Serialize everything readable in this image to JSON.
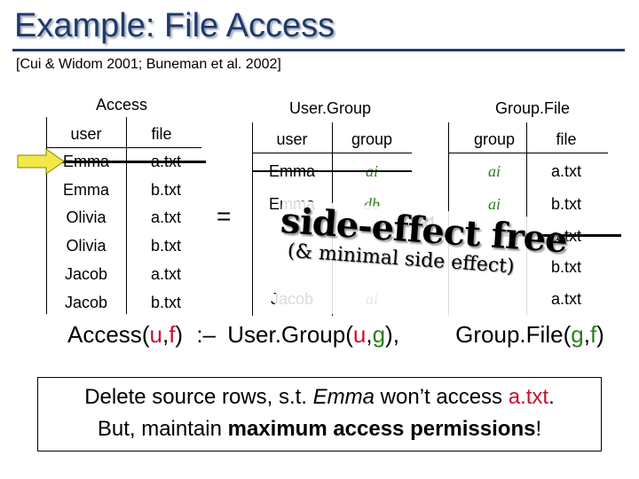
{
  "slide": {
    "title": "Example: File Access",
    "citation": "[Cui & Widom 2001; Buneman et al. 2002]"
  },
  "access": {
    "title": "Access",
    "headers": [
      "user",
      "file"
    ],
    "rows": [
      [
        "Emma",
        "a.txt"
      ],
      [
        "Emma",
        "b.txt"
      ],
      [
        "Olivia",
        "a.txt"
      ],
      [
        "Olivia",
        "b.txt"
      ],
      [
        "Jacob",
        "a.txt"
      ],
      [
        "Jacob",
        "b.txt"
      ]
    ]
  },
  "equals": "=",
  "user_group": {
    "title": "User.Group",
    "headers": [
      "user",
      "group"
    ],
    "rows": [
      [
        "Emma",
        "ai"
      ],
      [
        "Emma",
        "db"
      ],
      [
        "Jacob",
        "ai"
      ]
    ]
  },
  "join_symbol": "⋈",
  "group_file": {
    "title": "Group.File",
    "headers": [
      "group",
      "file"
    ],
    "rows": [
      [
        "ai",
        "a.txt"
      ],
      [
        "ai",
        "b.txt"
      ],
      [
        "",
        "a.txt"
      ],
      [
        "",
        "b.txt"
      ],
      [
        "",
        "a.txt"
      ]
    ]
  },
  "side_effect": {
    "main": "side-effect free",
    "sub": "(& minimal side effect)"
  },
  "formula": {
    "head": "Access",
    "head_args_open": "(",
    "head_u": "u",
    "comma1": ",",
    "head_f": "f",
    "head_close": ")",
    "rule": ":–",
    "body1": "User.Group",
    "b1_open": "(",
    "b1_u": "u",
    "b1_comma": ",",
    "b1_g": "g",
    "b1_close": "),",
    "body2": "Group.File",
    "b2_open": "(",
    "b2_g": "g",
    "b2_comma": ",",
    "b2_f": "f",
    "b2_close": ")"
  },
  "message": {
    "line1_pre": "Delete source rows, s.t. ",
    "line1_name": "Emma",
    "line1_mid": " won’t access ",
    "line1_file": "a.txt",
    "line1_end": ".",
    "line2_pre": "But, maintain ",
    "line2_bold": "maximum access permissions",
    "line2_end": "!"
  },
  "colors": {
    "title": "#1f3a6b",
    "green": "#2e7d1e",
    "red": "#c8102e",
    "arrow": "#f3e84a"
  }
}
